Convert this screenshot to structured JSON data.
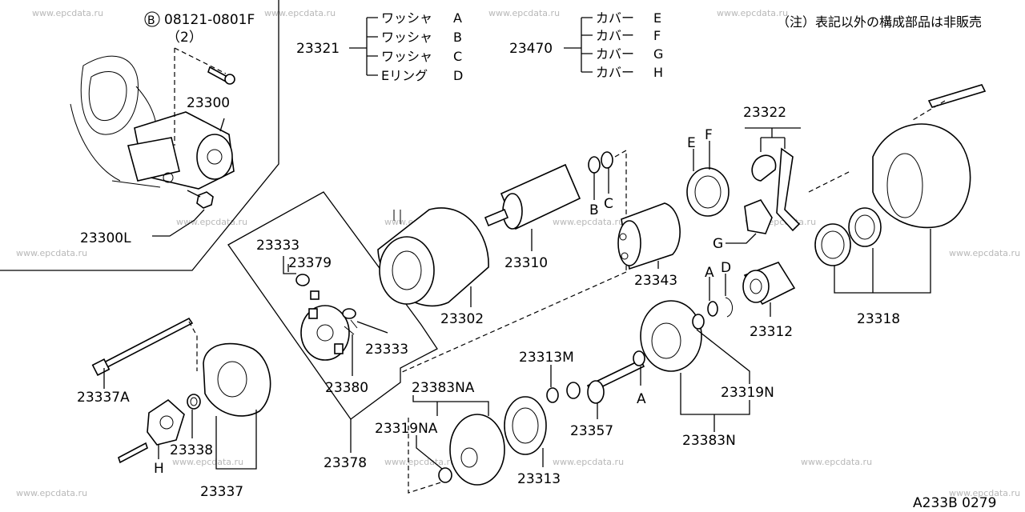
{
  "note": "（注）表記以外の構成部品は非販売",
  "bolt_spec": {
    "symbol": "B",
    "number": "08121-0801F",
    "qty": "（2）"
  },
  "legend_23321": {
    "code": "23321",
    "items": [
      {
        "name": "ワッシャ",
        "key": "A"
      },
      {
        "name": "ワッシャ",
        "key": "B"
      },
      {
        "name": "ワッシャ",
        "key": "C"
      },
      {
        "name": "Eリング",
        "key": "D"
      }
    ]
  },
  "legend_23470": {
    "code": "23470",
    "items": [
      {
        "name": "カバー",
        "key": "E"
      },
      {
        "name": "カバー",
        "key": "F"
      },
      {
        "name": "カバー",
        "key": "G"
      },
      {
        "name": "カバー",
        "key": "H"
      }
    ]
  },
  "part_labels": {
    "p23300": "23300",
    "p23300L": "23300L",
    "p23333a": "23333",
    "p23379": "23379",
    "p23333b": "23333",
    "p23380": "23380",
    "p23378": "23378",
    "p23337A": "23337A",
    "p23338": "23338",
    "p23337": "23337",
    "p23302": "23302",
    "p23310": "23310",
    "p23343": "23343",
    "p23322": "23322",
    "p23312": "23312",
    "p23318": "23318",
    "p23313M": "23313M",
    "p23383NA": "23383NA",
    "p23319NA": "23319NA",
    "p23313": "23313",
    "p23357": "23357",
    "p23319N": "23319N",
    "p23383N": "23383N"
  },
  "letter_labels": {
    "B": "B",
    "C": "C",
    "E": "E",
    "F": "F",
    "G": "G",
    "A1": "A",
    "D": "D",
    "A2": "A",
    "H": "H"
  },
  "diagram_code": "A233B 0279",
  "watermark": "www.epcdata.ru"
}
